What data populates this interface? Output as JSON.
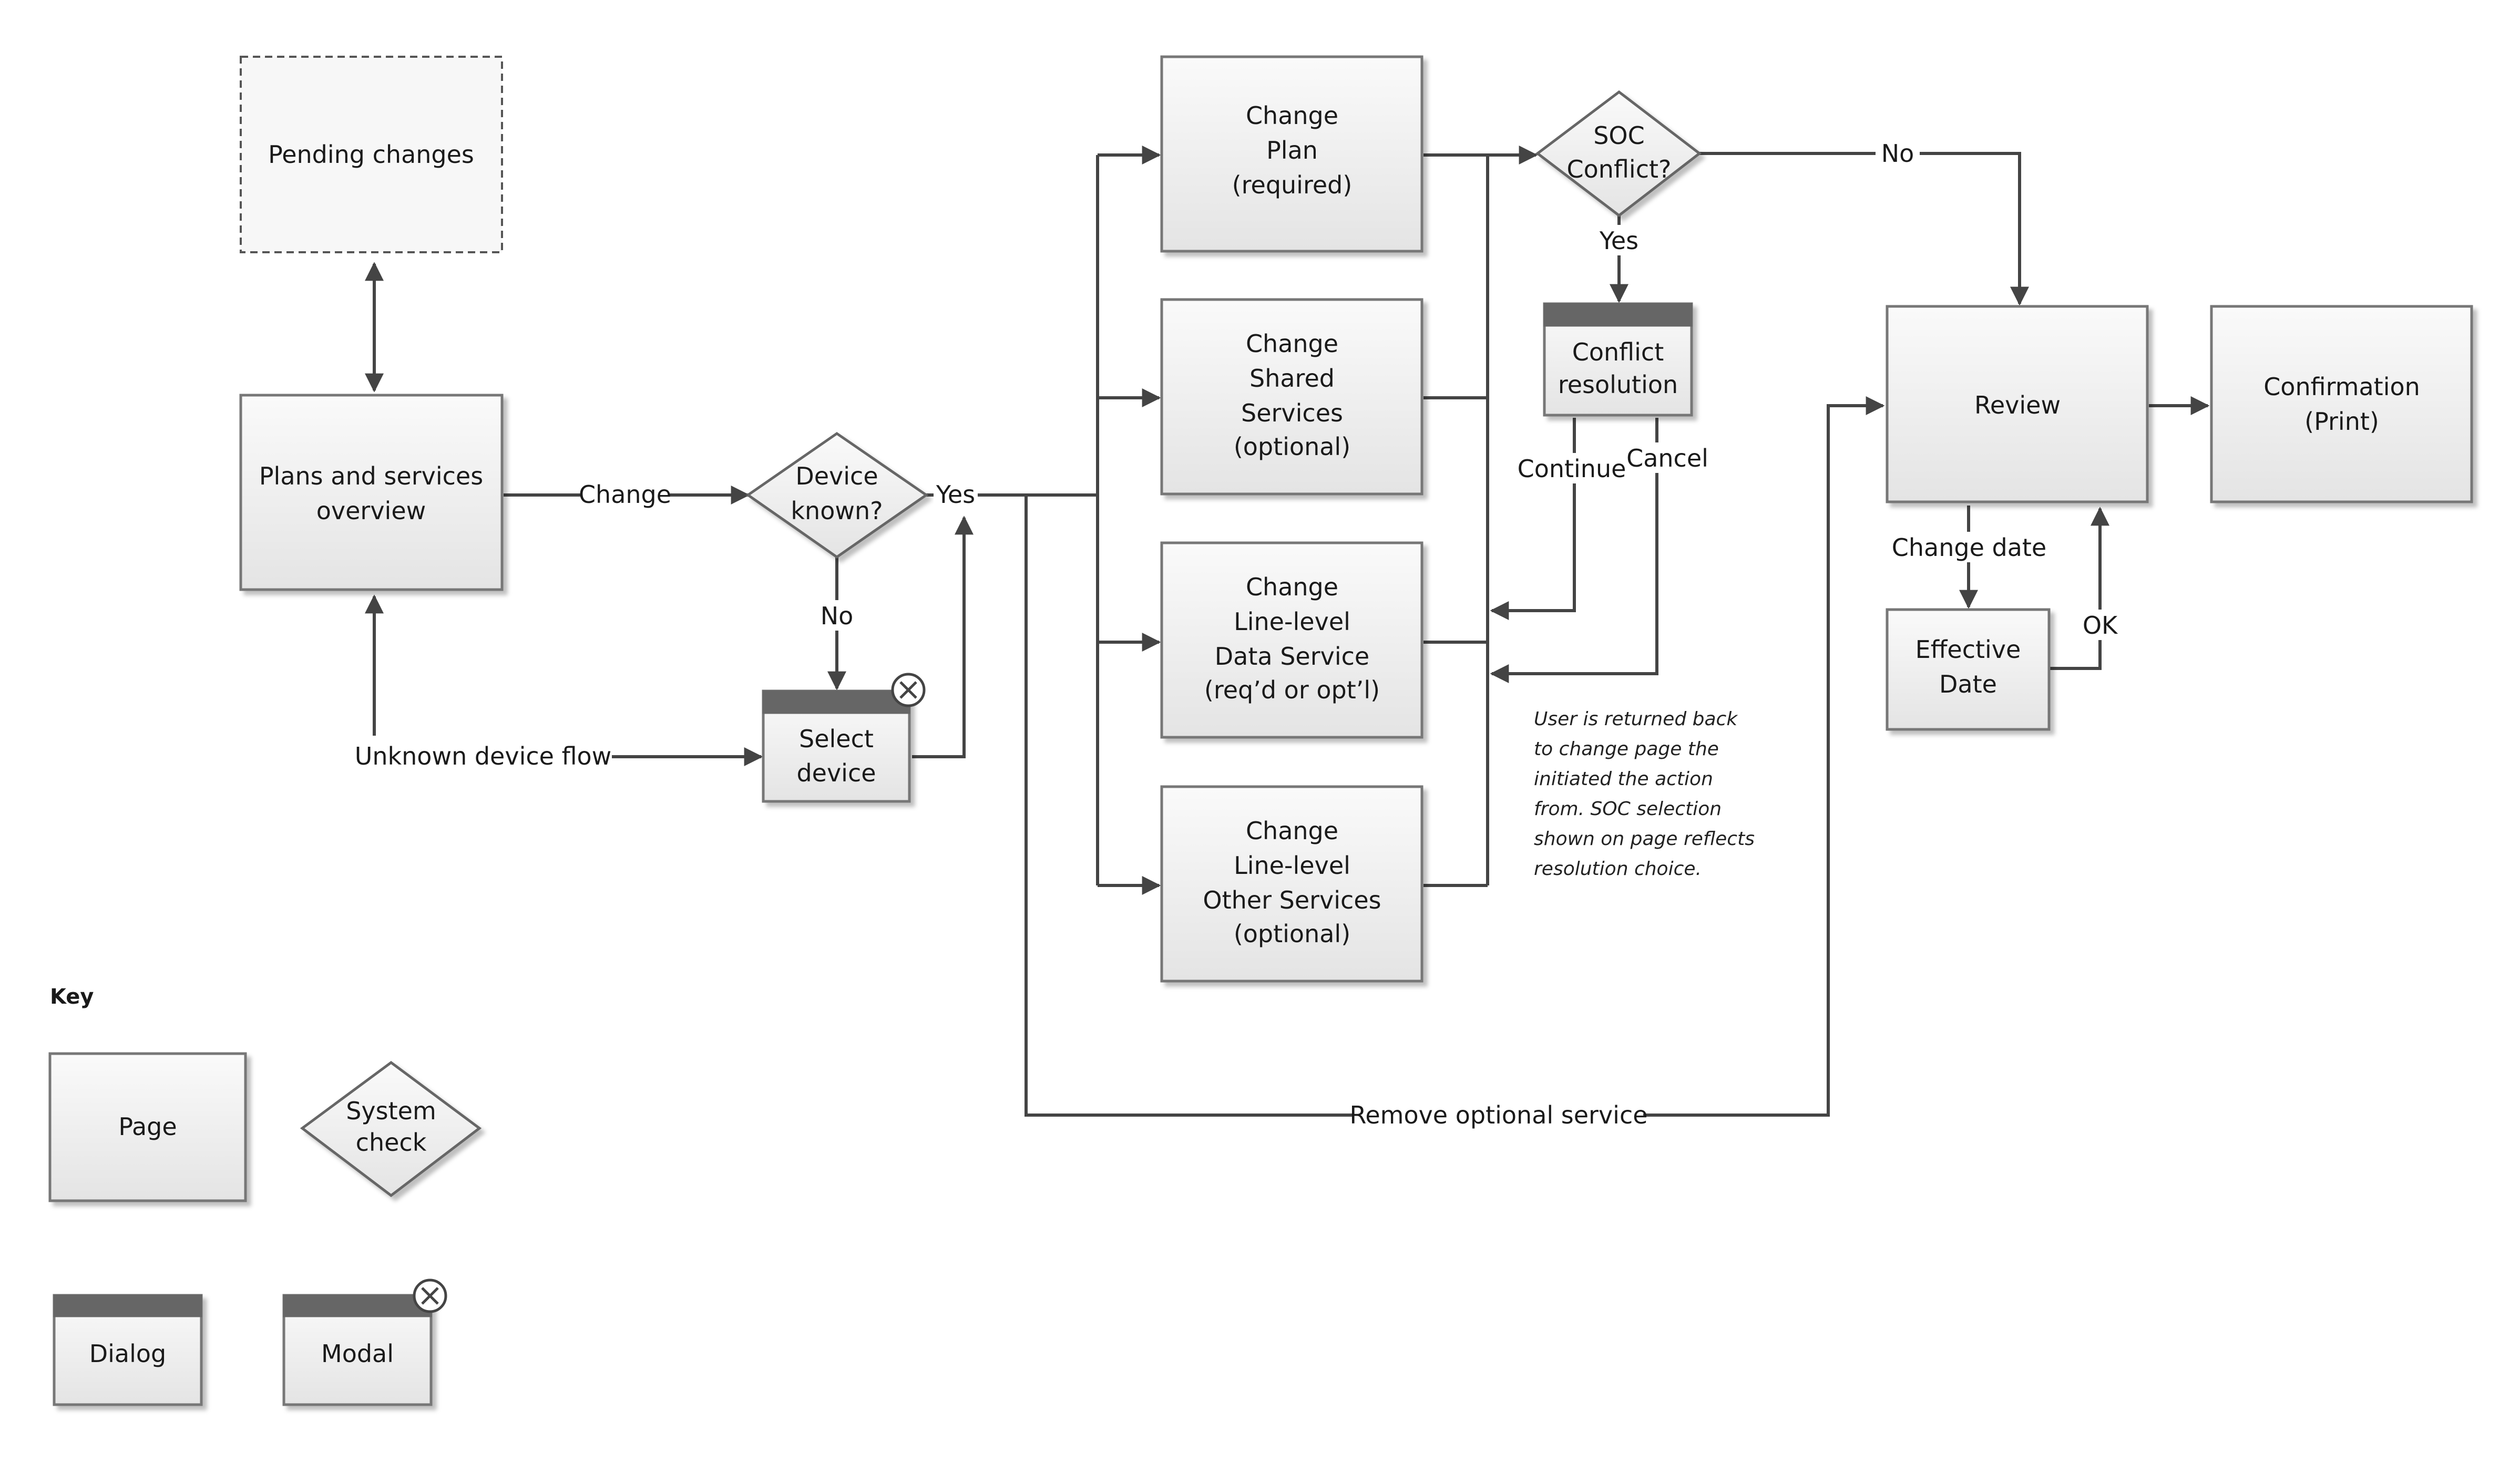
{
  "nodes": {
    "pending_changes": "Pending changes",
    "plans_overview": [
      "Plans and services",
      "overview"
    ],
    "device_known": [
      "Device",
      "known?"
    ],
    "select_device": [
      "Select",
      "device"
    ],
    "change_plan": [
      "Change",
      "Plan",
      "(required)"
    ],
    "change_shared": [
      "Change",
      "Shared",
      "Services",
      "(optional)"
    ],
    "change_data": [
      "Change",
      "Line-level",
      "Data Service",
      "(req’d or opt’l)"
    ],
    "change_other": [
      "Change",
      "Line-level",
      "Other Services",
      "(optional)"
    ],
    "soc_conflict": [
      "SOC",
      "Conflict?"
    ],
    "conflict_resolution": [
      "Conflict",
      "resolution"
    ],
    "review": "Review",
    "confirmation": [
      "Confirmation",
      "(Print)"
    ],
    "effective_date": [
      "Effective",
      "Date"
    ]
  },
  "edge_labels": {
    "change": "Change",
    "yes_device": "Yes",
    "no_device": "No",
    "unknown_flow": "Unknown device flow",
    "no_soc": "No",
    "yes_soc": "Yes",
    "continue": "Continue",
    "cancel": "Cancel",
    "change_date": "Change date",
    "ok": "OK",
    "remove_optional": "Remove optional service"
  },
  "note": [
    "User is returned back",
    "to change page the",
    "initiated the action",
    "from. SOC selection",
    "shown on page reflects",
    "resolution choice."
  ],
  "key": {
    "title": "Key",
    "page": "Page",
    "system_check": [
      "System",
      "check"
    ],
    "dialog": "Dialog",
    "modal": "Modal"
  },
  "colors": {
    "box_fill_top": "#fafafa",
    "box_fill_bottom": "#e6e6e6",
    "box_stroke": "#777777",
    "header_fill": "#666666",
    "line": "#444444"
  }
}
